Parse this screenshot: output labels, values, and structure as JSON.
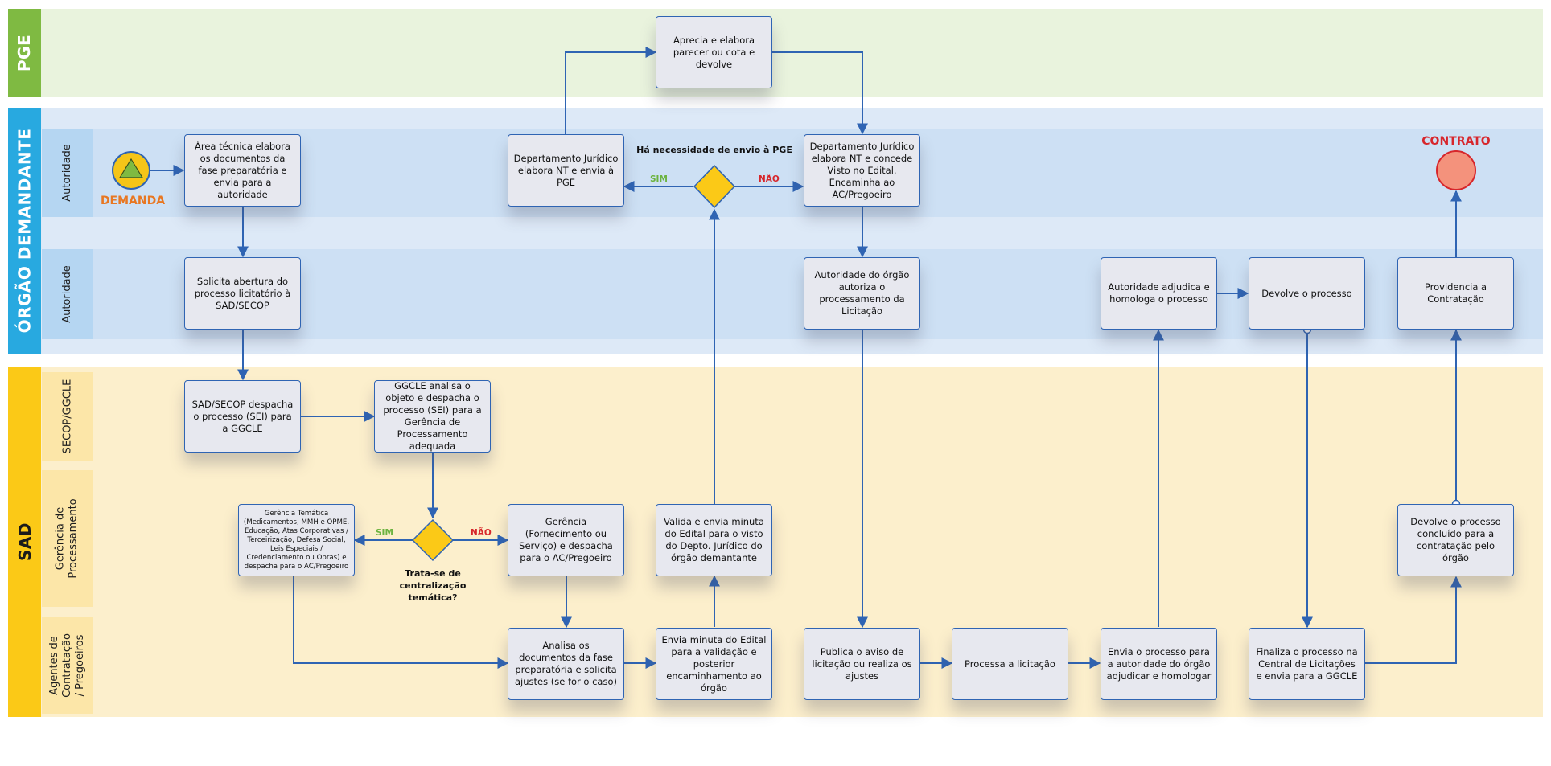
{
  "colors": {
    "pge_pool": "#7fba42",
    "pge_band": "#e9f3dd",
    "orgao_pool": "#28a9e0",
    "orgao_band_outer": "#dde9f7",
    "orgao_lane": "#cde0f4",
    "orgao_lane_label": "#b5d6f2",
    "sad_pool": "#fbc917",
    "sad_band": "#fcefcc",
    "sad_lane_label": "#fce6a8",
    "node_fill": "#e7e8ef",
    "node_border": "#2f64b3",
    "arrow": "#2f64b3",
    "gateway": "#fbc917",
    "start_event": "#f5c518",
    "end_event": "#f4927c",
    "label_orange": "#e87722",
    "label_red": "#d7262b",
    "label_green": "#6cb33f"
  },
  "pools": {
    "pge": "PGE",
    "orgao": "ÓRGÃO DEMANDANTE",
    "sad": "SAD"
  },
  "lanes": {
    "autoridade_1": "Autoridade",
    "autoridade_2": "Autoridade",
    "secop": "SECOP/GGCLE",
    "gerencia": "Gerência de Processamento",
    "agentes": "Agentes de Contratação / Pregoeiros"
  },
  "events": {
    "start_label": "DEMANDA",
    "end_label": "CONTRATO"
  },
  "gateways": {
    "pge_question": "Há necessidade de envio à PGE",
    "pge_yes": "SIM",
    "pge_no": "NÃO",
    "central_question": "Trata-se de centralização temática?",
    "central_yes": "SIM",
    "central_no": "NÃO"
  },
  "tasks": {
    "area_tecnica": "Área técnica elabora os documentos da fase preparatória e envia para a autoridade",
    "solicita_abertura": "Solicita abertura do processo licitatório à SAD/SECOP",
    "sad_despacha": "SAD/SECOP despacha o processo (SEI) para a GGCLE",
    "ggcle_analisa": "GGCLE analisa o objeto e despacha o processo (SEI) para a Gerência de Processamento adequada",
    "gerencia_tematica": "Gerência Temática (Medicamentos, MMH e OPME, Educação, Atas Corporativas / Terceirização, Defesa Social, Leis Especiais / Credenciamento ou Obras) e despacha para o AC/Pregoeiro",
    "gerencia_fornecimento": "Gerência (Fornecimento ou Serviço) e despacha para o AC/Pregoeiro",
    "analisa_docs": "Analisa os documentos da fase preparatória e solicita ajustes (se for o caso)",
    "envia_minuta": "Envia minuta do Edital para a validação e posterior encaminhamento ao órgão",
    "valida_minuta": "Valida e envia minuta do Edital para o visto do Depto. Jurídico do órgão demantante",
    "dep_juridico_pge": "Departamento Jurídico elabora NT e envia à PGE",
    "pge_aprecia": "Aprecia e elabora parecer ou cota e devolve",
    "dep_juridico_visto": "Departamento Jurídico elabora NT e concede Visto no Edital. Encaminha ao AC/Pregoeiro",
    "autoridade_autoriza": "Autoridade do órgão autoriza o processamento da Licitação",
    "publica_aviso": "Publica o aviso de licitação ou realiza os ajustes",
    "processa": "Processa a licitação",
    "envia_autoridade": "Envia o processo para a autoridade do órgão adjudicar e homologar",
    "adjudica": "Autoridade adjudica e homologa o processo",
    "devolve": "Devolve o processo",
    "finaliza": "Finaliza o processo na Central de Licitações e envia para a GGCLE",
    "devolve_concluido": "Devolve o processo concluído para a contratação pelo órgão",
    "providencia": "Providencia a Contratação"
  }
}
